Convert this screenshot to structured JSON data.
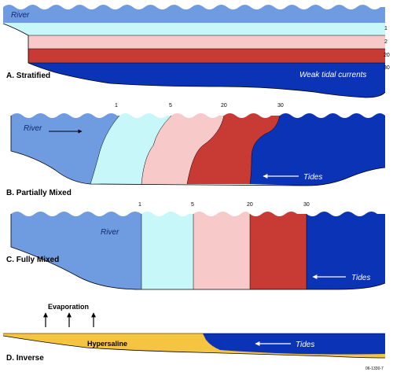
{
  "colors": {
    "river": "#6f9be0",
    "salinity_1": "#c8f7fa",
    "salinity_5": "#f7c9c9",
    "salinity_20": "#c83a34",
    "salinity_30": "#0a33b5",
    "hypersaline": "#f5c542",
    "outline": "#000000"
  },
  "panels": {
    "stratified": {
      "label": "A. Stratified",
      "river_label": "River",
      "current_label": "Weak tidal currents",
      "salinity_labels": [
        "1",
        "2",
        "20",
        "30"
      ]
    },
    "partially_mixed": {
      "label": "B. Partially Mixed",
      "river_label": "River",
      "tides_label": "Tides",
      "salinity_labels": [
        "1",
        "5",
        "20",
        "30"
      ]
    },
    "fully_mixed": {
      "label": "C. Fully Mixed",
      "river_label": "River",
      "tides_label": "Tides",
      "salinity_labels": [
        "1",
        "5",
        "20",
        "30"
      ]
    },
    "inverse": {
      "label": "D. Inverse",
      "evaporation_label": "Evaporation",
      "hypersaline_label": "Hypersaline",
      "tides_label": "Tides"
    }
  },
  "figure_code": "06-1330-7"
}
